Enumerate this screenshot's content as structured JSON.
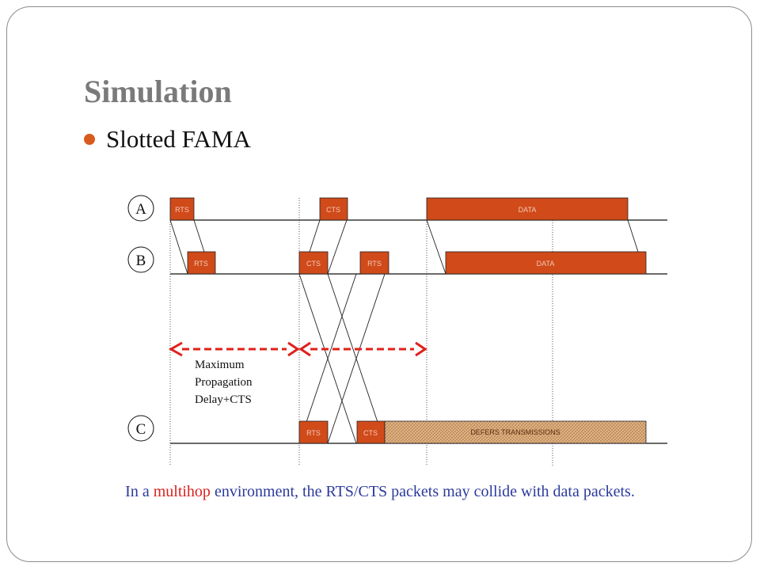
{
  "slide": {
    "title": "Simulation",
    "bullet": "Slotted FAMA"
  },
  "nodes": [
    "A",
    "B",
    "C"
  ],
  "packets": {
    "a_rts": "RTS",
    "a_cts": "CTS",
    "a_data": "DATA",
    "b_rts1": "RTS",
    "b_cts": "CTS",
    "b_rts2": "RTS",
    "b_data": "DATA",
    "c_rts": "RTS",
    "c_cts": "CTS",
    "c_defers": "DEFERS TRANSMISSIONS"
  },
  "annotation": [
    "Maximum",
    "Propagation",
    "Delay+CTS"
  ],
  "caption": {
    "before": "In a ",
    "highlight": "multihop",
    "after": " environment, the RTS/CTS packets may collide with data packets."
  },
  "colors": {
    "packet_fill": "#d04a1a",
    "packet_text": "#f3c9b8",
    "arrow": "#e0201a",
    "caption": "#2b3a9c",
    "caption_highlight": "#d8231e",
    "bullet": "#d85b1e"
  }
}
